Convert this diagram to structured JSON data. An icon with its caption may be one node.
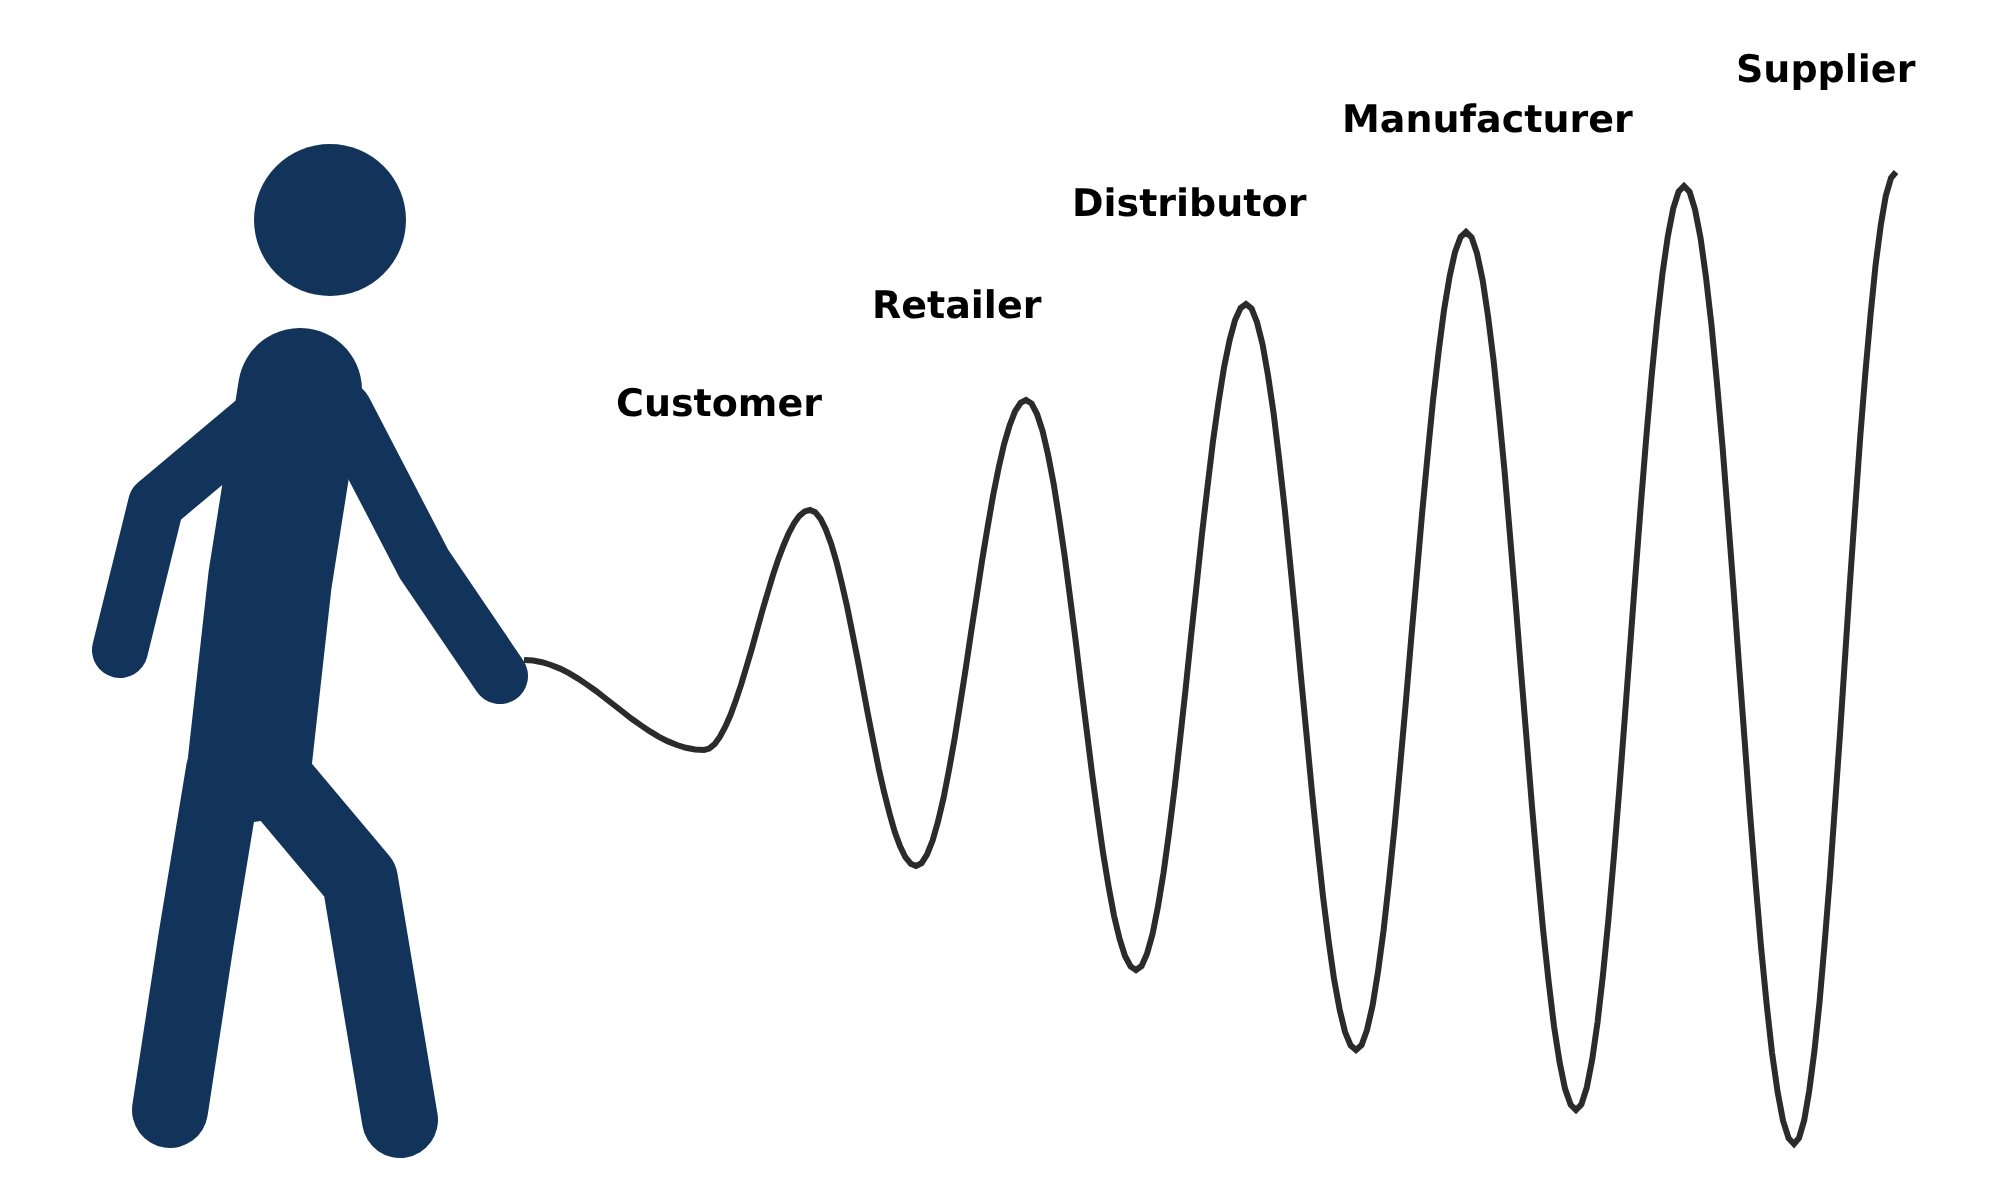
{
  "diagram": {
    "labels": [
      "Customer",
      "Retailer",
      "Distributor",
      "Manufacturer",
      "Supplier"
    ]
  }
}
